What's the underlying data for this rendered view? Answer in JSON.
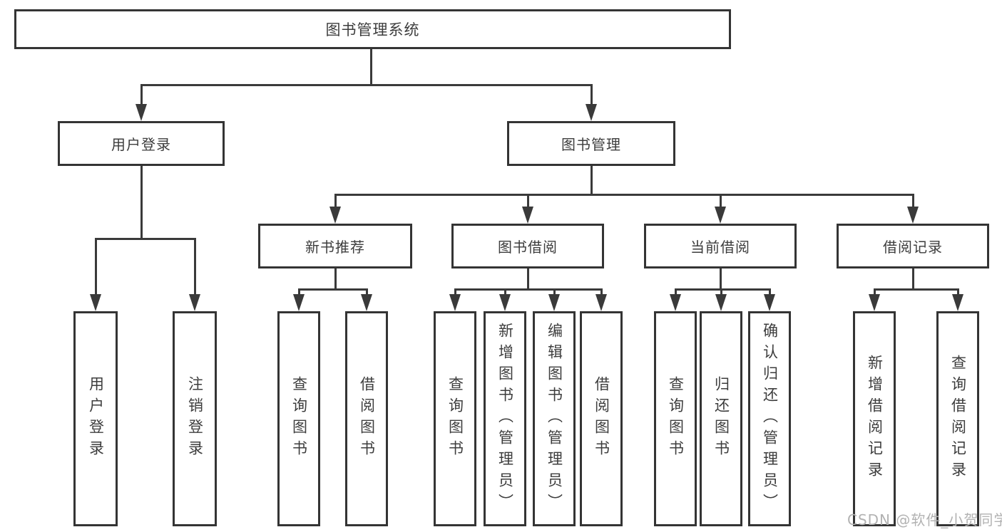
{
  "root": {
    "label": "图书管理系统"
  },
  "level2": {
    "user_login": {
      "label": "用户登录"
    },
    "book_management": {
      "label": "图书管理"
    }
  },
  "level3": {
    "new_book_recommend": {
      "label": "新书推荐"
    },
    "book_borrow": {
      "label": "图书借阅"
    },
    "current_borrow": {
      "label": "当前借阅"
    },
    "borrow_records": {
      "label": "借阅记录"
    }
  },
  "leaves": [
    {
      "label": "用户登录"
    },
    {
      "label": "注销登录"
    },
    {
      "label": "查询图书"
    },
    {
      "label": "借阅图书"
    },
    {
      "label": "查询图书"
    },
    {
      "label": "新增图书（管理员）"
    },
    {
      "label": "编辑图书（管理员）"
    },
    {
      "label": "借阅图书"
    },
    {
      "label": "查询图书"
    },
    {
      "label": "归还图书"
    },
    {
      "label": "确认归还（管理员）"
    },
    {
      "label": "新增借阅记录"
    },
    {
      "label": "查询借阅记录"
    }
  ],
  "watermark": {
    "text": "CSDN @软件_小贺同学"
  },
  "colors": {
    "line": "#3a3a3a",
    "border": "#343434",
    "text": "#3d3d3d",
    "watermark": "#b2b2b2",
    "background": "#ffffff"
  }
}
